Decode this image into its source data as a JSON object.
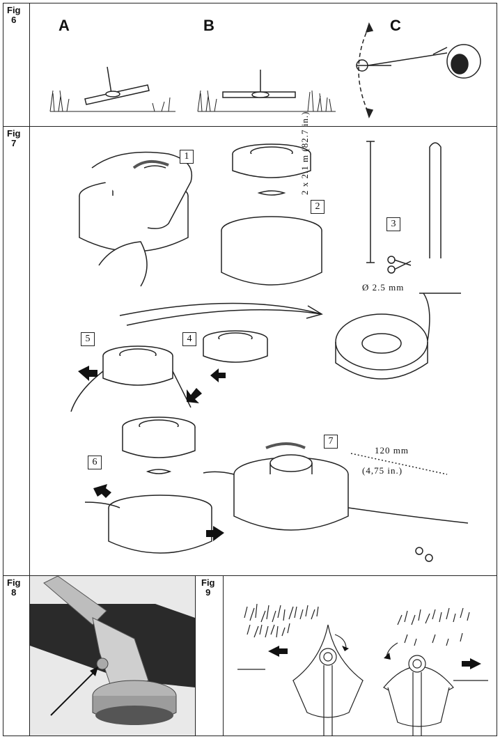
{
  "figures": {
    "fig6": {
      "label_line1": "Fig",
      "label_line2": "6",
      "letters": [
        "A",
        "B",
        "C"
      ]
    },
    "fig7": {
      "label_line1": "Fig",
      "label_line2": "7",
      "steps": [
        "1",
        "2",
        "3",
        "4",
        "5",
        "6",
        "7"
      ],
      "length_annotation": "2 x 2.1 m (82.7 in.)",
      "diameter_annotation": "Ø 2.5 mm",
      "trim_length_mm": "120 mm",
      "trim_length_in": "(4,75 in.)"
    },
    "fig8": {
      "label_line1": "Fig",
      "label_line2": "8"
    },
    "fig9": {
      "label_line1": "Fig",
      "label_line2": "9"
    }
  }
}
